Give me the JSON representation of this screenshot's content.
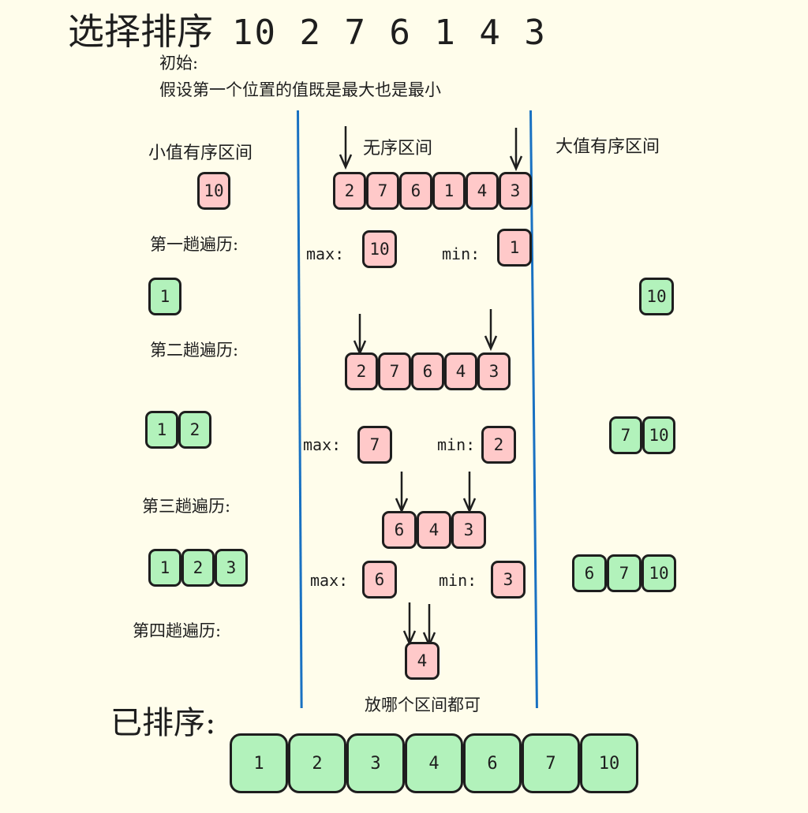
{
  "title": {
    "text": "选择排序",
    "sequence": "10 2 7 6 1 4 3"
  },
  "intro": {
    "line1": "初始:",
    "line2": "假设第一个位置的值既是最大也是最小"
  },
  "headers": {
    "left": "小值有序区间",
    "middle": "无序区间",
    "right": "大值有序区间"
  },
  "colors": {
    "background": "#fffdeb",
    "unsorted": "#ffc9c9",
    "sorted": "#b2f2bb",
    "divider": "#1971c2",
    "stroke": "#1e1e1e"
  },
  "initial": {
    "left": [
      "10"
    ],
    "unsorted": [
      "2",
      "7",
      "6",
      "1",
      "4",
      "3"
    ]
  },
  "pass1": {
    "label": "第一趟遍历:",
    "max_label": "max:",
    "max": "10",
    "min_label": "min:",
    "min": "1",
    "left": [
      "1"
    ],
    "right": [
      "10"
    ]
  },
  "pass2": {
    "label": "第二趟遍历:",
    "unsorted": [
      "2",
      "7",
      "6",
      "4",
      "3"
    ],
    "max_label": "max:",
    "max": "7",
    "min_label": "min:",
    "min": "2",
    "left": [
      "1",
      "2"
    ],
    "right": [
      "7",
      "10"
    ]
  },
  "pass3": {
    "label": "第三趟遍历:",
    "unsorted": [
      "6",
      "4",
      "3"
    ],
    "max_label": "max:",
    "max": "6",
    "min_label": "min:",
    "min": "3",
    "left": [
      "1",
      "2",
      "3"
    ],
    "right": [
      "6",
      "7",
      "10"
    ]
  },
  "pass4": {
    "label": "第四趟遍历:",
    "unsorted": [
      "4"
    ],
    "note": "放哪个区间都可"
  },
  "sorted": {
    "label": "已排序:",
    "values": [
      "1",
      "2",
      "3",
      "4",
      "6",
      "7",
      "10"
    ]
  }
}
